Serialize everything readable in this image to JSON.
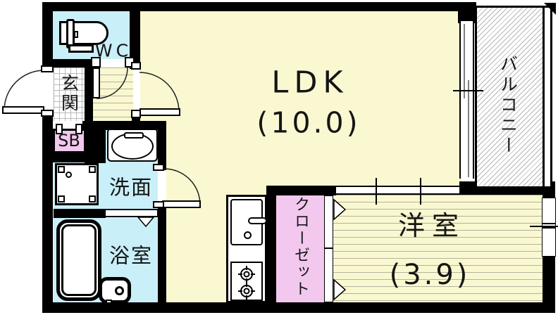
{
  "floorplan": {
    "kind": "Japanese apartment floor plan (1LDK)",
    "rooms": {
      "ldk": {
        "label": "LDK",
        "size": "(10.0)"
      },
      "western_room": {
        "label": "洋室",
        "size": "(3.9)"
      },
      "balcony": {
        "label": "バルコニー"
      },
      "closet": {
        "label": "クローゼット"
      },
      "entrance": {
        "label": "玄関"
      },
      "shoe_box": {
        "label": "SB"
      },
      "toilet": {
        "label": "WC"
      },
      "washroom": {
        "label": "洗面"
      },
      "bathroom": {
        "label": "浴室"
      }
    },
    "colors": {
      "living_floor": "#FAF8D0",
      "wet_area": "#C9EFF9",
      "storage": "#F2C8EE",
      "wall": "#000000",
      "balcony_hatch": "#B5B5B5"
    }
  }
}
